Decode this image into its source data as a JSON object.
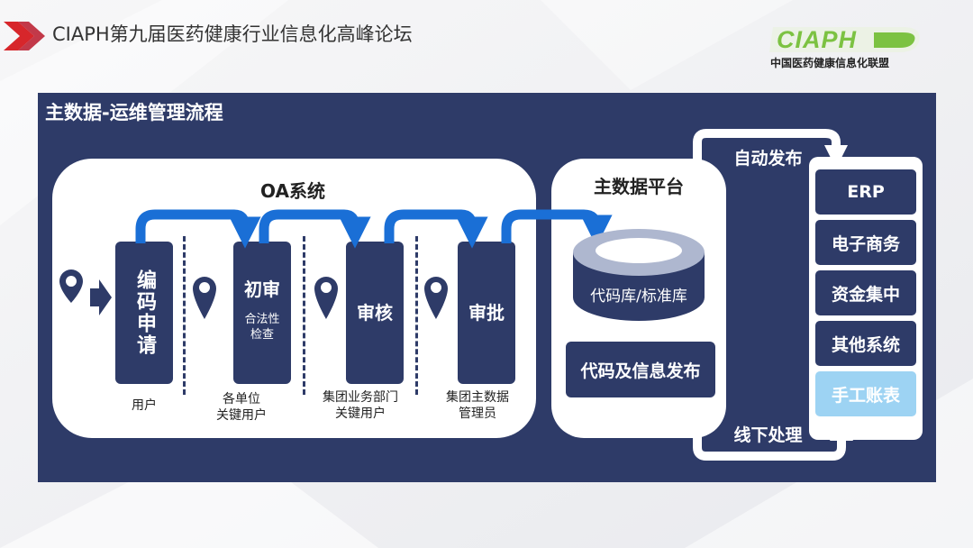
{
  "header": {
    "title": "CIAPH第九届医药健康行业信息化高峰论坛",
    "logo_text": "CIAPH",
    "logo_subtitle": "中国医药健康信息化联盟",
    "accent_color": "#d7262b",
    "logo_color": "#7cc242"
  },
  "panel": {
    "title": "主数据-运维管理流程",
    "background": "#2e3b68"
  },
  "oa": {
    "title": "OA系统",
    "steps": [
      {
        "label": "编码申请",
        "sub": ""
      },
      {
        "label": "初审",
        "sub": "合法性检查"
      },
      {
        "label": "审核",
        "sub": ""
      },
      {
        "label": "审批",
        "sub": ""
      }
    ],
    "captions": [
      "用户",
      "各单位\n关键用户",
      "集团业务部门\n关键用户",
      "集团主数据\n管理员"
    ]
  },
  "platform": {
    "title": "主数据平台",
    "database_label": "代码库/标准库",
    "publish_button": "代码及信息发布"
  },
  "flows": {
    "auto_publish": "自动发布",
    "offline_process": "线下处理"
  },
  "systems": {
    "items": [
      "ERP",
      "电子商务",
      "资金集中",
      "其他系统"
    ],
    "manual_item": "手工账表"
  },
  "icons": [
    "map-pin-icon",
    "right-arrow-icon",
    "curved-arrow-icon",
    "database-icon"
  ]
}
